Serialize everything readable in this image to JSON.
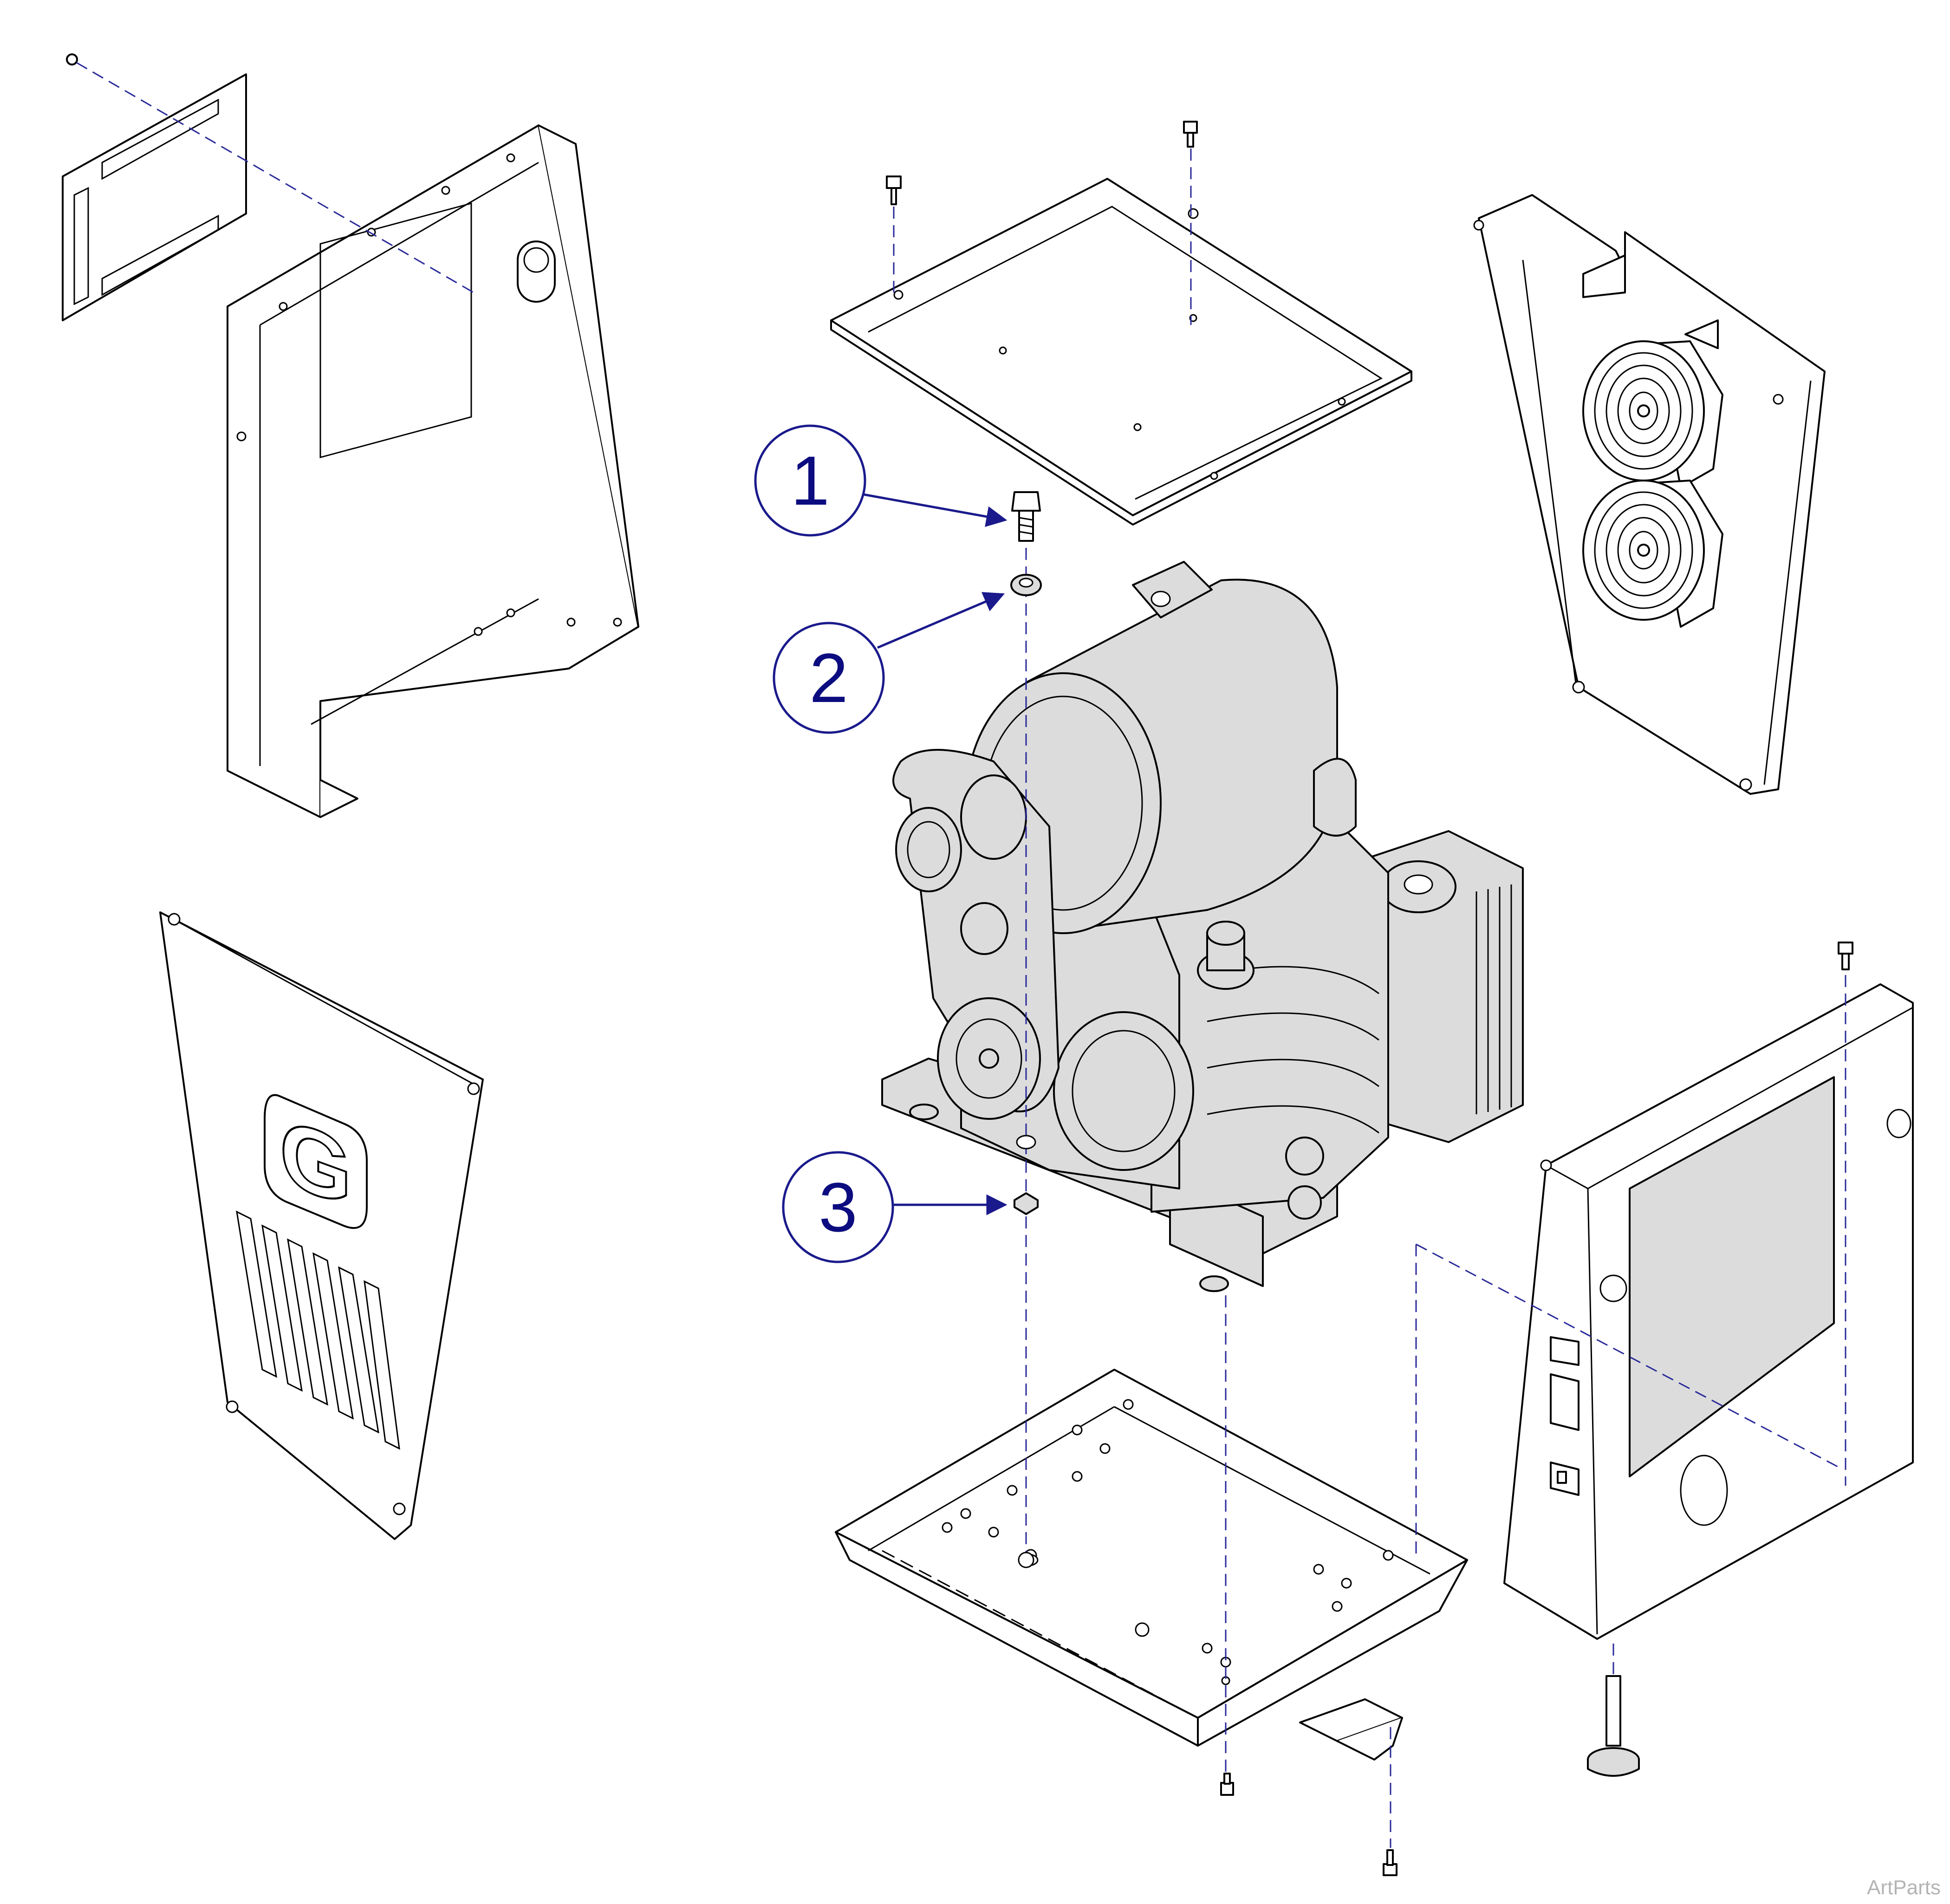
{
  "callouts": [
    {
      "number": "1",
      "part": "bolt"
    },
    {
      "number": "2",
      "part": "grommet-washer"
    },
    {
      "number": "3",
      "part": "hex-nut"
    }
  ],
  "panel_logo_letter": "G",
  "watermark": "ArtParts",
  "colors": {
    "callout_blue": "#1a1a8c",
    "assembly_line": "#2a2a9a",
    "shaded_part": "#dcdcdc"
  }
}
